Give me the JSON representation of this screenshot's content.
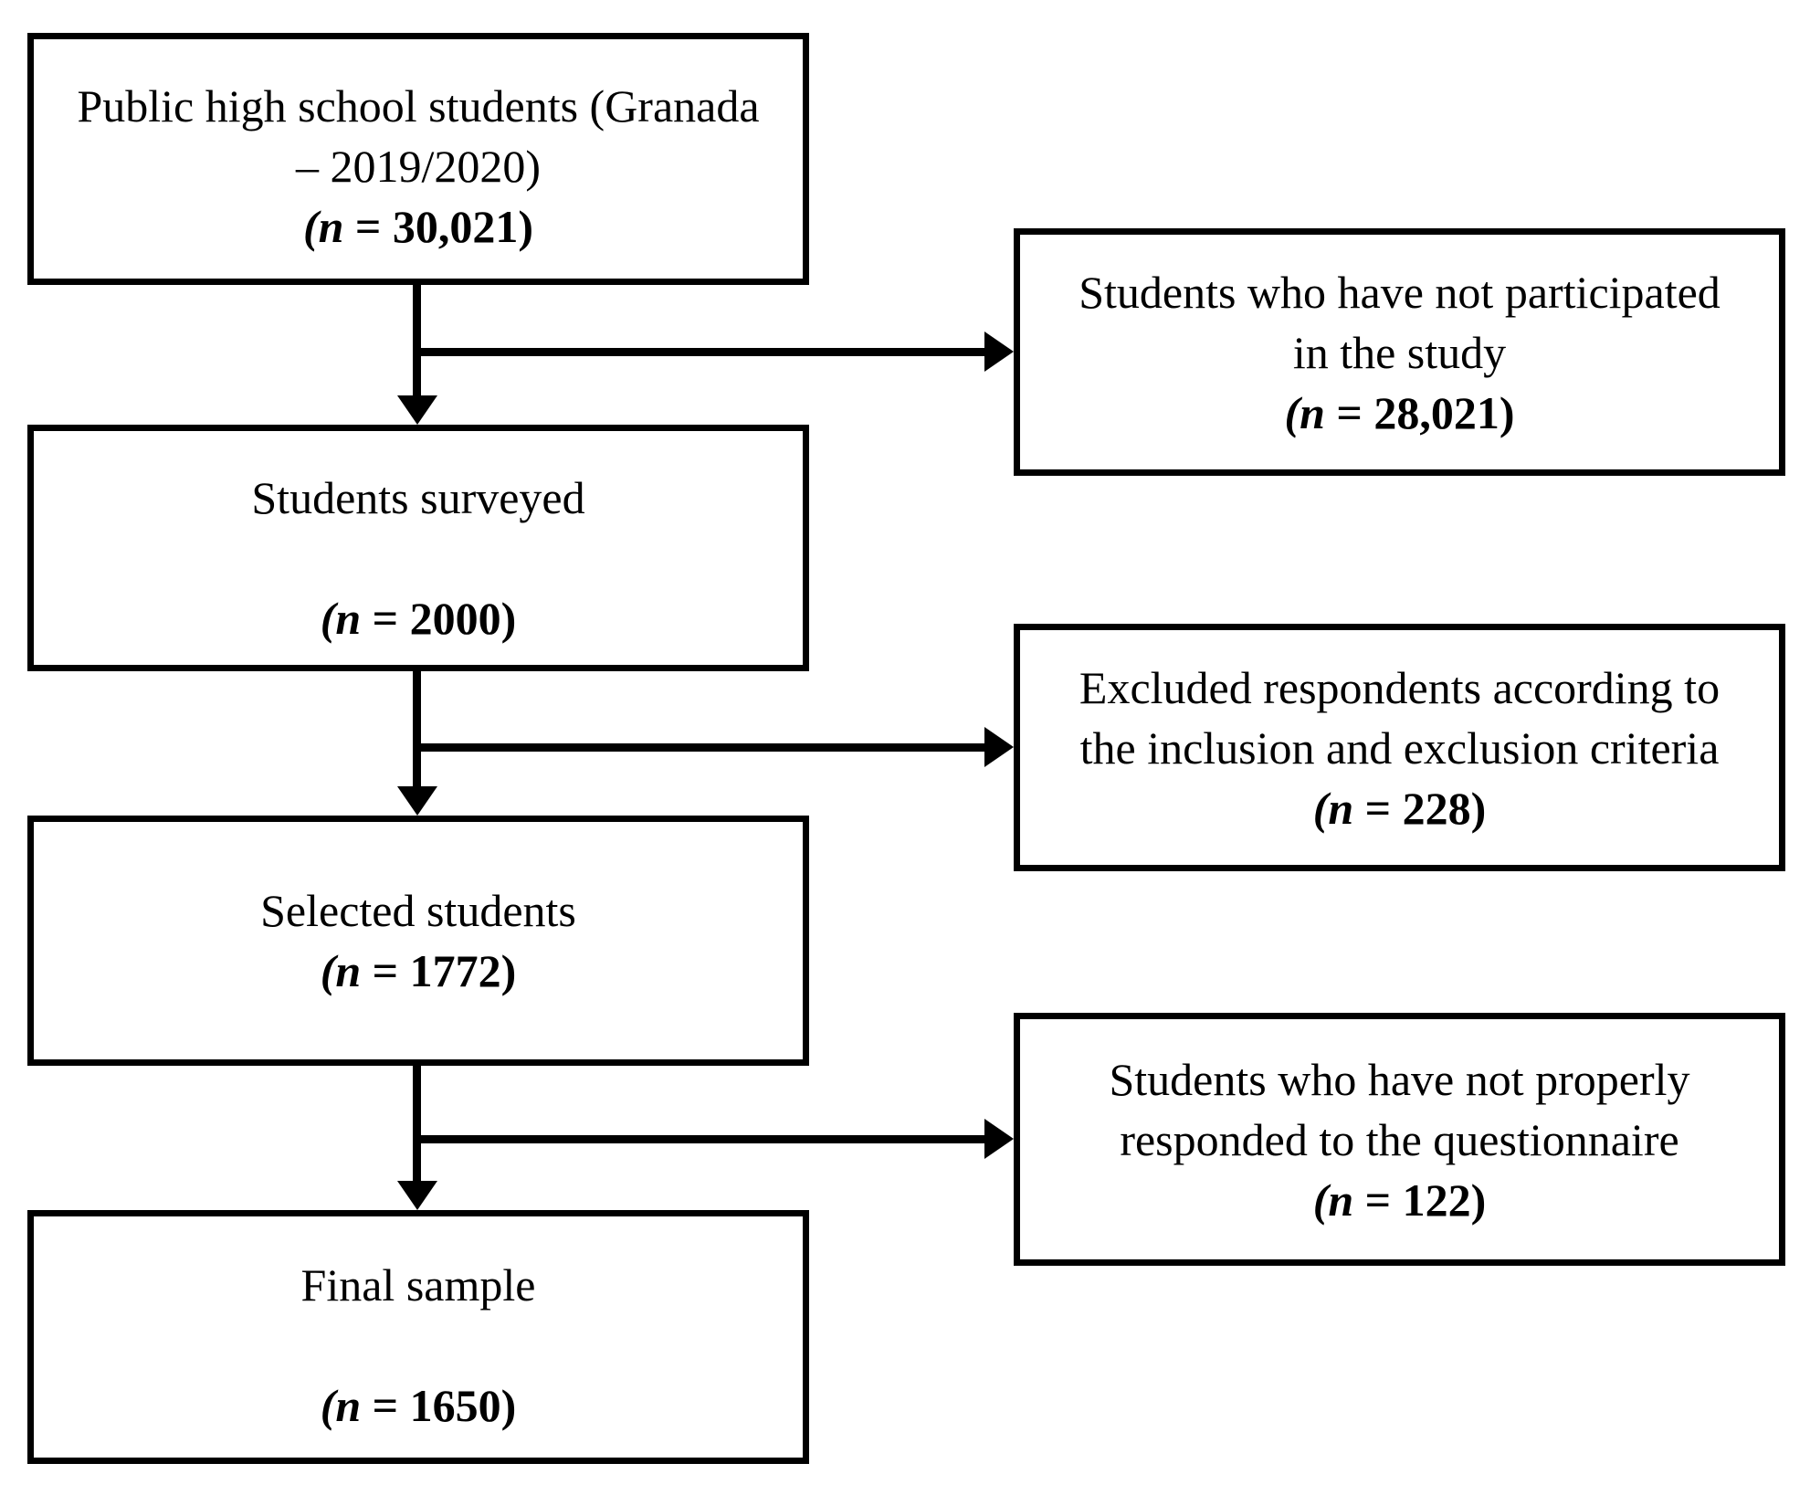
{
  "figure": {
    "type": "participant-flow-diagram",
    "colors": {
      "line": "#000000",
      "text": "#000000",
      "background": "#ffffff"
    }
  },
  "boxes": {
    "population": {
      "lines": [
        "Public high school students (Granada",
        "– 2019/2020)"
      ],
      "stat_italic": "(n",
      "stat_rest": " = 30,021)"
    },
    "surveyed": {
      "lines": [
        "Students surveyed"
      ],
      "stat_italic": "(n",
      "stat_rest": " = 2000)"
    },
    "selected": {
      "lines": [
        "Selected students"
      ],
      "stat_italic": "(n",
      "stat_rest": " = 1772)"
    },
    "final_sample": {
      "lines": [
        "Final sample"
      ],
      "stat_italic": "(n",
      "stat_rest": " = 1650)"
    },
    "not_participated": {
      "lines": [
        "Students who have not participated",
        "in the study"
      ],
      "stat_italic": "(n",
      "stat_rest": " = 28,021)"
    },
    "excluded": {
      "lines": [
        "Excluded respondents according to",
        "the inclusion and exclusion criteria"
      ],
      "stat_italic": "(n",
      "stat_rest": " = 228)"
    },
    "not_responded": {
      "lines": [
        "Students who have not properly",
        "responded to the questionnaire"
      ],
      "stat_italic": "(n",
      "stat_rest": " = 122)"
    }
  },
  "edges": [
    {
      "from": "population",
      "to": "surveyed",
      "kind": "down-arrow"
    },
    {
      "from": "population",
      "to": "not_participated",
      "kind": "branch-right-arrow"
    },
    {
      "from": "surveyed",
      "to": "selected",
      "kind": "down-arrow"
    },
    {
      "from": "surveyed",
      "to": "excluded",
      "kind": "branch-right-arrow"
    },
    {
      "from": "selected",
      "to": "final_sample",
      "kind": "down-arrow"
    },
    {
      "from": "selected",
      "to": "not_responded",
      "kind": "branch-right-arrow"
    }
  ]
}
